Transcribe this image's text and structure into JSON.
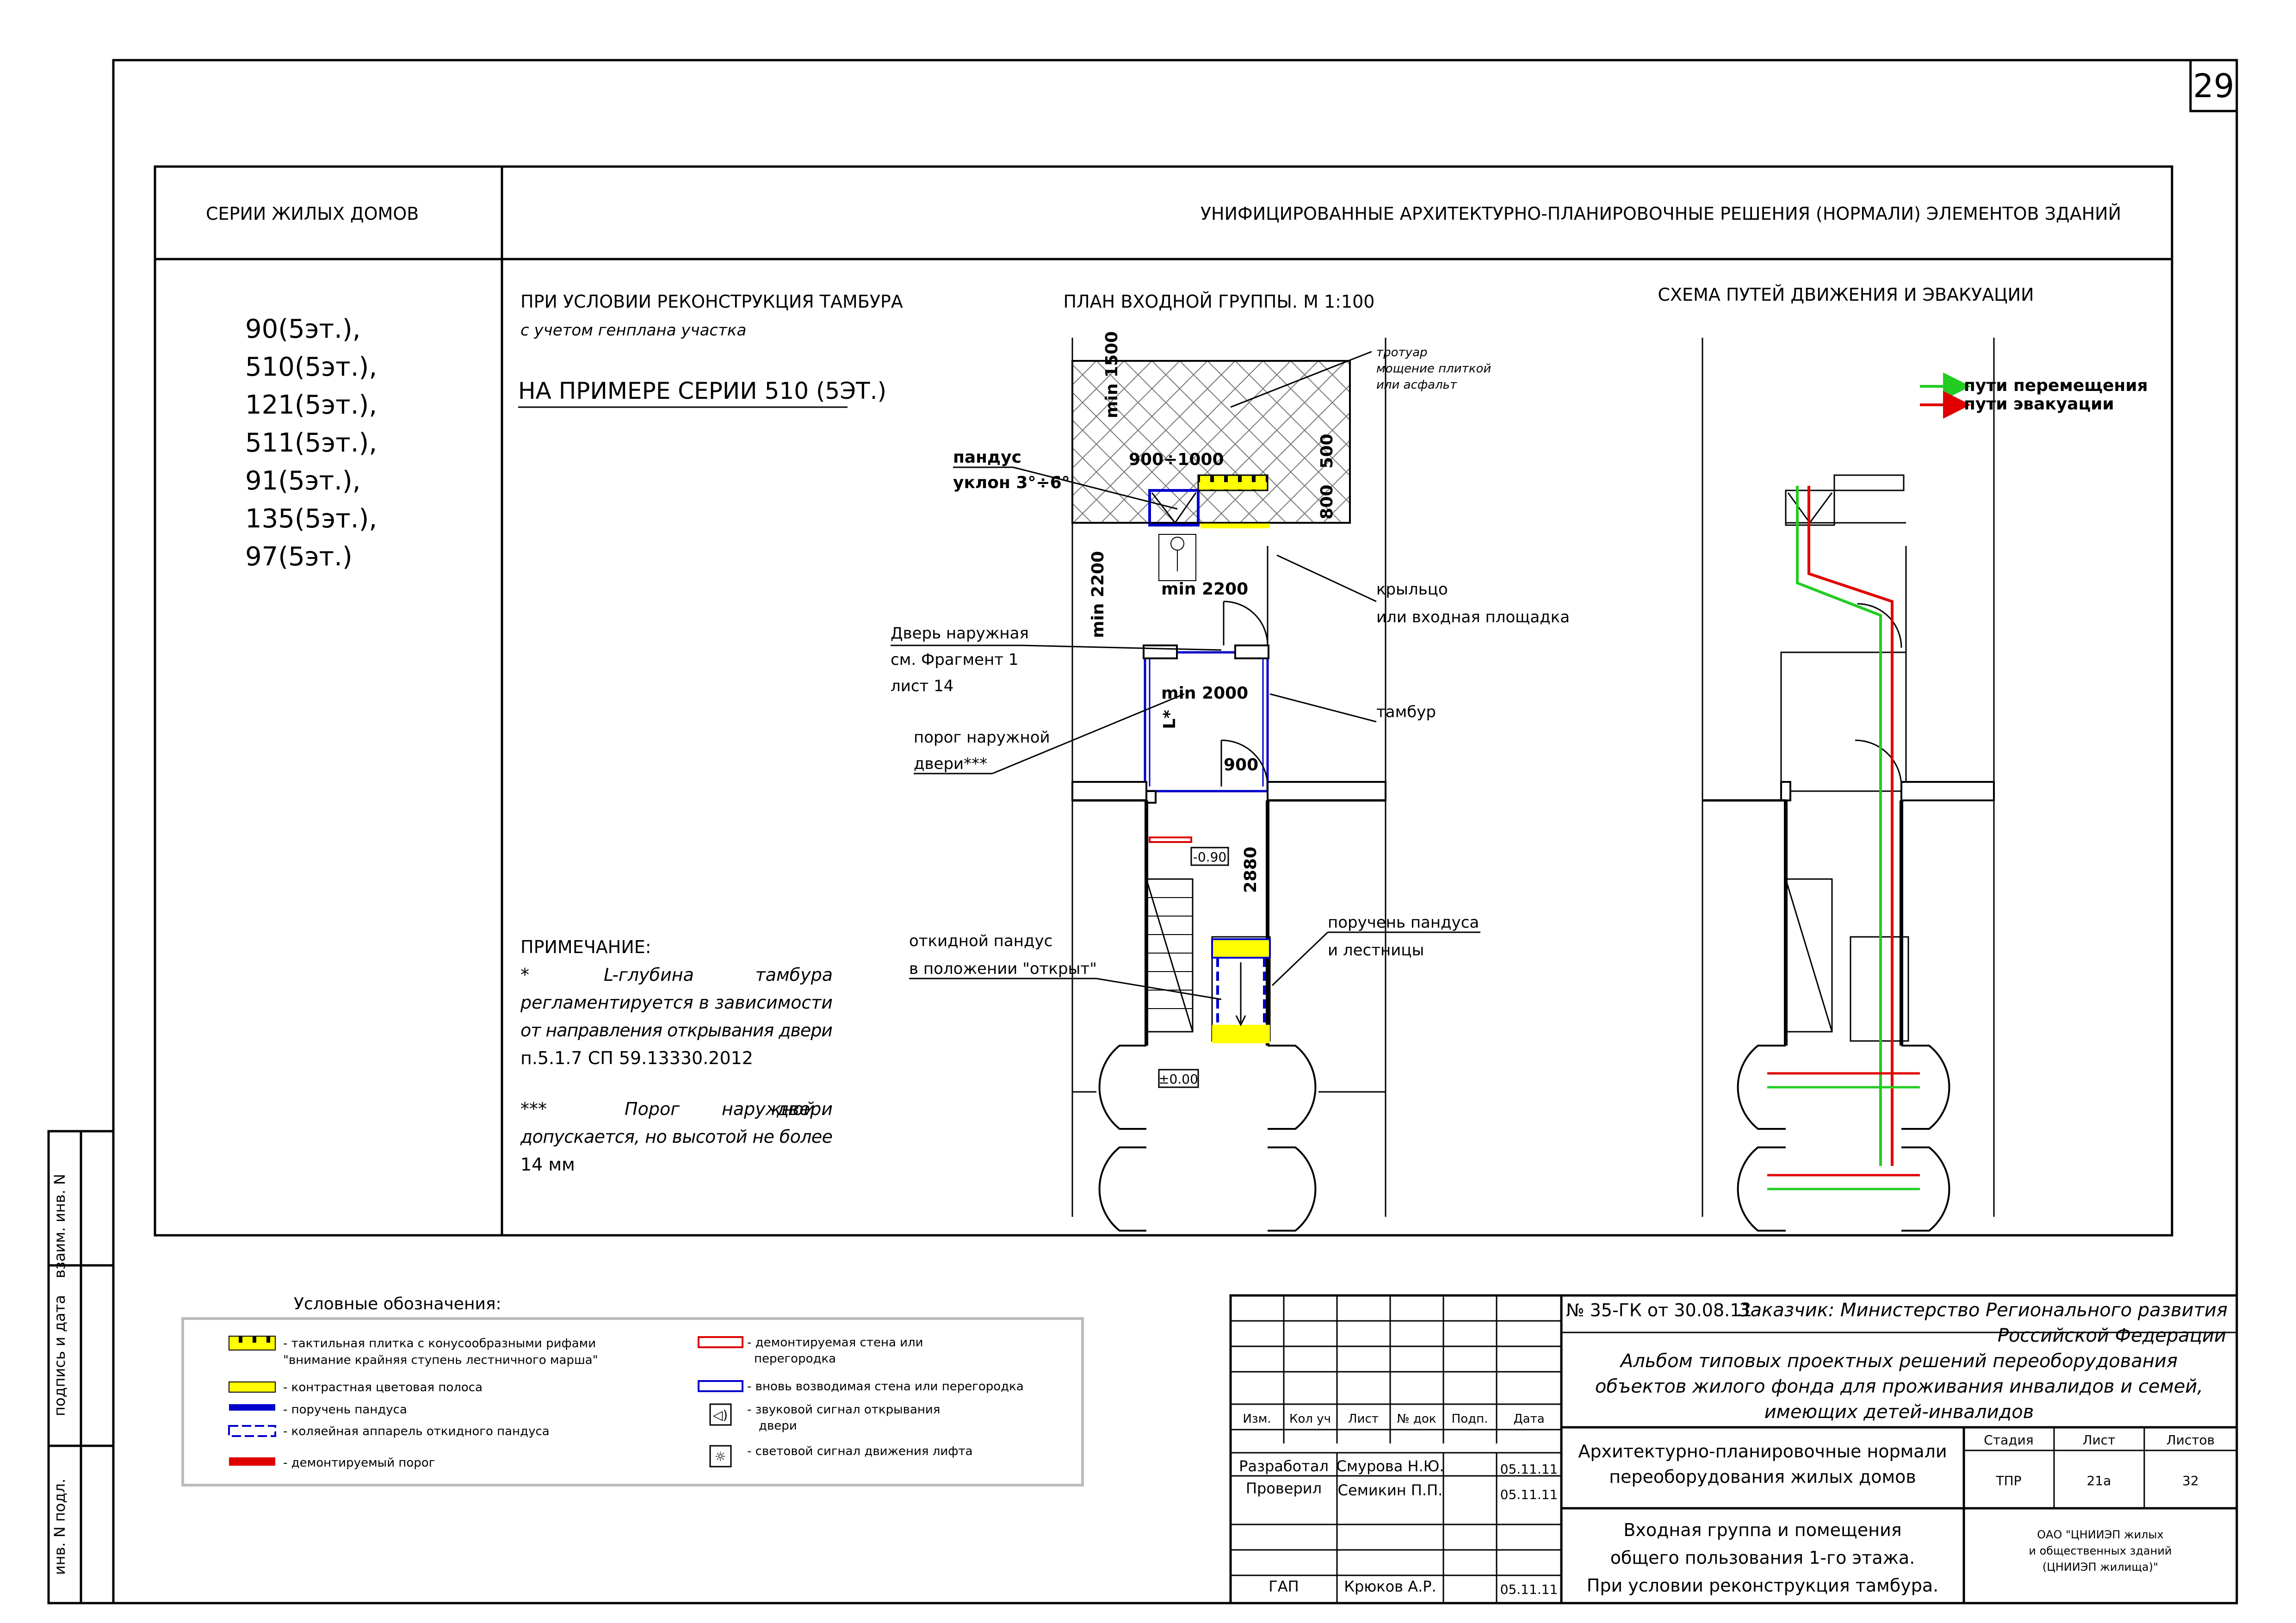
{
  "page_number": "29",
  "header": {
    "col1": "СЕРИИ ЖИЛЫХ ДОМОВ",
    "col2": "УНИФИЦИРОВАННЫЕ АРХИТЕКТУРНО-ПЛАНИРОВОЧНЫЕ РЕШЕНИЯ (НОРМАЛИ) ЭЛЕМЕНТОВ ЗДАНИЙ"
  },
  "series": [
    "90(5эт.),",
    "510(5эт.),",
    "121(5эт.),",
    "511(5эт.),",
    "91(5эт.),",
    "135(5эт.),",
    "97(5эт.)"
  ],
  "condition": {
    "line1": "ПРИ УСЛОВИИ РЕКОНСТРУКЦИЯ ТАМБУРА",
    "line2": "с учетом генплана участка",
    "example": "НА ПРИМЕРЕ СЕРИИ 510 (5ЭТ.)"
  },
  "note": {
    "title": "ПРИМЕЧАНИЕ:",
    "l1a": "*",
    "l1b": "L-глубина",
    "l1c": "тамбура",
    "l2": "регламентируется в зависимости",
    "l3": "от направления открывания двери",
    "l4": "п.5.1.7 СП 59.13330.2012",
    "l5a": "***",
    "l5b": "Порог",
    "l5c": "наружной",
    "l5d": "двери",
    "l6": "допускается, но высотой не более",
    "l7": "14 мм"
  },
  "plan": {
    "title": "ПЛАН ВХОДНОЙ ГРУППЫ. М 1:100",
    "trotuar1": "тротуар",
    "trotuar2": "мощение плиткой",
    "trotuar3": "или асфальт",
    "dim_min1500": "min 1500",
    "dim_900_1000": "900÷1000",
    "dim_500": "500",
    "dim_800": "800",
    "ramp1": "пандус",
    "ramp2": "уклон 3°÷6°",
    "dim_min2200v": "min 2200",
    "dim_min2200h": "min  2200",
    "porch1": "крыльцо",
    "porch2": "или входная площадка",
    "door1": "Дверь наружная",
    "door2": "см. Фрагмент 1",
    "door3": "лист 14",
    "dim_min2000": "min  2000",
    "dim_L": "L*",
    "tambur": "тамбур",
    "threshold1": "порог наружной",
    "threshold2": "двери***",
    "dim_900": "900",
    "level1": "-0.90",
    "dim_2880": "2880",
    "fold1": "откидной пандус",
    "fold2": "в положении \"открыт\"",
    "rail1": "поручень пандуса",
    "rail2": "и лестницы",
    "level0": "±0.00"
  },
  "scheme": {
    "title": "СХЕМА ПУТЕЙ ДВИЖЕНИЯ И ЭВАКУАЦИИ",
    "legend_move": "пути перемещения",
    "legend_evac": "пути эвакуации"
  },
  "legend": {
    "title": "Условные обозначения:",
    "items_left": [
      "- тактильная плитка с конусообразными рифами",
      "\"внимание крайняя ступень лестничного марша\"",
      "- контрастная цветовая полоса",
      "- поручень пандуса",
      "- коляейная аппарель откидного пандуса",
      "- демонтируемый порог"
    ],
    "items_right": [
      "- демонтируемая стена или",
      "перегородка",
      "- вновь возводимая стена или перегородка",
      "- звуковой сигнал открывания",
      "двери",
      "- световой сигнал движения лифта"
    ]
  },
  "stamp": {
    "contract": "№ 35-ГК от 30.08.11",
    "customer1": "Заказчик: Министерство Регионального развития",
    "customer2": "Российской Федерации",
    "album1": "Альбом типовых проектных решений переоборудования",
    "album2": "объектов жилого фонда для проживания инвалидов и семей,",
    "album3": "имеющих детей-инвалидов",
    "cols": [
      "Изм.",
      "Кол уч",
      "Лист",
      "№ док",
      "Подп.",
      "Дата"
    ],
    "rows": [
      {
        "role": "Разработал",
        "name": "Смурова Н.Ю.",
        "date": "05.11.11"
      },
      {
        "role": "Проверил",
        "name": "Семикин П.П.",
        "date": "05.11.11"
      },
      {
        "role": "ГАП",
        "name": "Крюков А.Р.",
        "date": "05.11.11"
      }
    ],
    "section1": "Архитектурно-планировочные нормали",
    "section2": "переоборудования жилых домов",
    "stage_h": "Стадия",
    "sheet_h": "Лист",
    "sheets_h": "Листов",
    "stage": "ТПР",
    "sheet": "21а",
    "sheets": "32",
    "sheet_title1": "Входная группа и помещения",
    "sheet_title2": "общего пользования 1-го этажа.",
    "sheet_title3": "При условии реконструкция тамбура.",
    "org1": "ОАО \"ЦНИИЭП жилых",
    "org2": "и общественных зданий",
    "org3": "(ЦНИИЭП жилища)\""
  },
  "side": {
    "s1": "взаим. инв. N",
    "s2": "подпись и дата",
    "s3": "инв. N подл."
  },
  "colors": {
    "yellow": "#ffff00",
    "blue": "#0000cc",
    "red": "#e00000",
    "green": "#22cc22",
    "hatch": "#888888"
  }
}
